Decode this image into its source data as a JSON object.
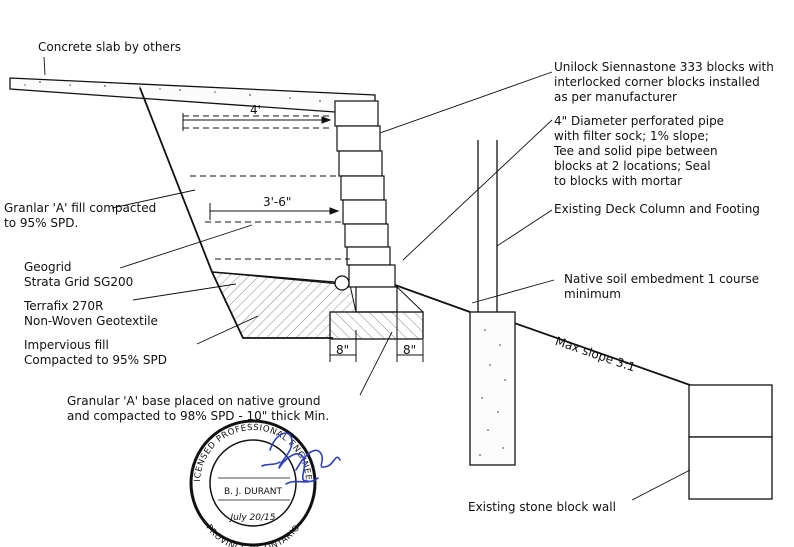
{
  "labels": {
    "concrete_slab": "Concrete slab by others",
    "unilock_1": "Unilock Siennastone 333 blocks with",
    "unilock_2": "interlocked corner blocks installed",
    "unilock_3": "as per manufacturer",
    "pipe_1": "4\" Diameter perforated pipe",
    "pipe_2": "with filter sock; 1% slope;",
    "pipe_3": "Tee and solid pipe between",
    "pipe_4": "blocks at 2 locations; Seal",
    "pipe_5": "to blocks with mortar",
    "deck_column": "Existing Deck Column and Footing",
    "granular_fill_1": "Granlar 'A' fill compacted",
    "granular_fill_2": "to 95% SPD.",
    "geogrid_1": "Geogrid",
    "geogrid_2": "Strata Grid SG200",
    "terrafix_1": "Terrafix 270R",
    "terrafix_2": "Non-Woven Geotextile",
    "impervious_1": "Impervious fill",
    "impervious_2": "Compacted to 95% SPD",
    "native_soil_1": "Native soil embedment 1 course",
    "native_soil_2": "minimum",
    "max_slope": "Max slope 3:1",
    "granular_base_1": "Granular 'A' base placed on native ground",
    "granular_base_2": "and compacted to 98% SPD - 10\" thick Min.",
    "stone_wall": "Existing stone block wall"
  },
  "dimensions": {
    "top_grid": "4'",
    "mid_grid": "3'-6\"",
    "footing_left": "8\"",
    "footing_right": "8\""
  },
  "seal": {
    "top_arc": "LICENSED PROFESSIONAL ENGINEER",
    "bottom_arc": "PROVINCE OF ONTARIO",
    "name": "B. J. DURANT",
    "date": "July 20/15"
  },
  "colors": {
    "ink": "#111111",
    "signature": "#2c3fbf",
    "hatch": "#555555"
  }
}
